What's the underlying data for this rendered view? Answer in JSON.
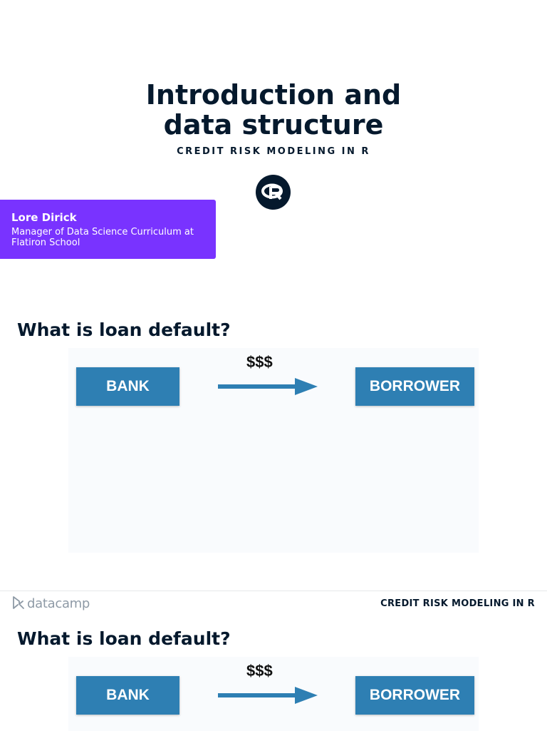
{
  "slide1": {
    "title_line1": "Introduction and",
    "title_line2": "data structure",
    "subtitle": "CREDIT RISK MODELING IN R",
    "author_name": "Lore Dirick",
    "author_role": "Manager of Data Science Curriculum at Flatiron School",
    "brand": "datacamp",
    "logo_icon": "r-logo-icon"
  },
  "slide2": {
    "heading": "What is loan default?",
    "diagram": {
      "left_box": "BANK",
      "right_box": "BORROWER",
      "money": "$$$"
    }
  },
  "slide3": {
    "brand": "datacamp",
    "course": "CREDIT RISK MODELING IN R",
    "heading": "What is loan default?",
    "diagram": {
      "left_box": "BANK",
      "right_box": "BORROWER",
      "money": "$$$"
    }
  },
  "colors": {
    "navy": "#05192d",
    "purple": "#7933ff",
    "box_blue": "#2e7fb3",
    "brand_grey": "#8e9aa6"
  }
}
